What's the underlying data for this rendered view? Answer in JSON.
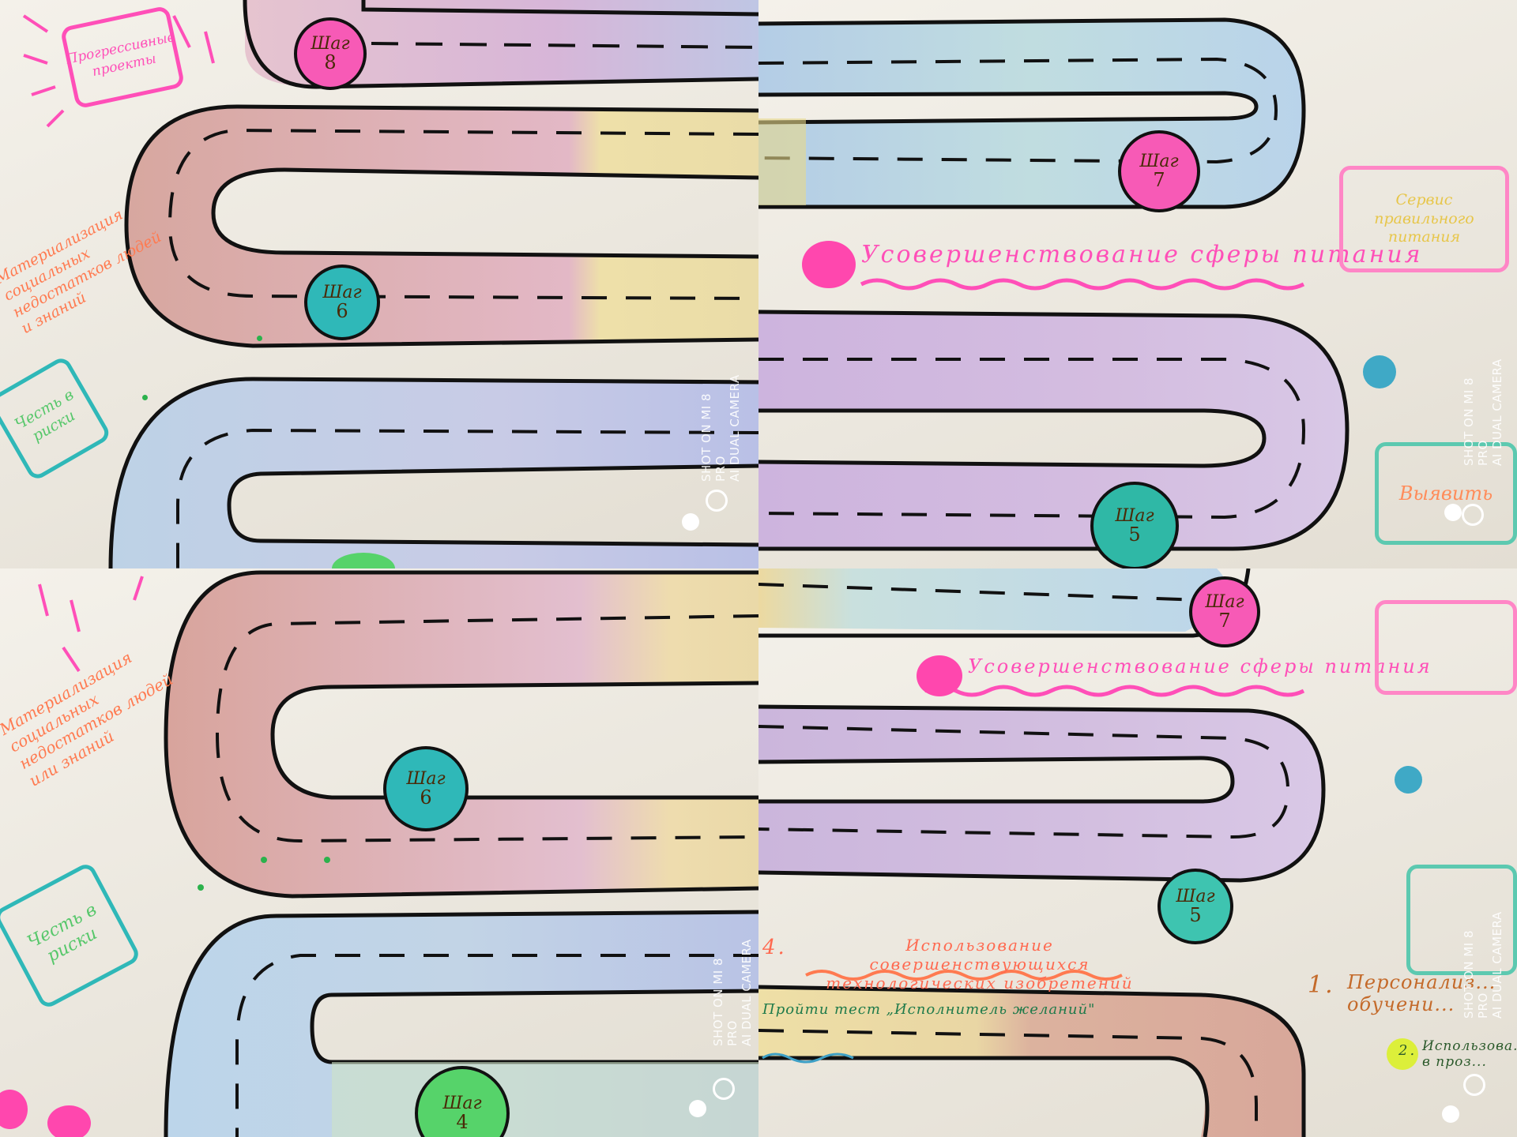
{
  "step_word": "Шаг",
  "watermark": {
    "line1": "SHOT ON MI 8 PRO",
    "line2": "AI DUAL CAMERA"
  },
  "top_left": {
    "step_8": "8",
    "step_6": "6",
    "sticker_text": "Прогрессивные проекты",
    "note_left": "Материализация социальных недостатков людей и знаний",
    "note_box": "Честь в риски"
  },
  "top_right": {
    "step_7": "7",
    "step_5": "5",
    "title_3": "Усовершенствование сферы питания",
    "box_label": "Сервис правильного питания",
    "box2_label": "Выявить"
  },
  "bottom_left": {
    "step_6": "6",
    "step_4": "4",
    "note_left": "Материализация социальных недостатков людей или знаний",
    "note_box": "Честь в риски"
  },
  "bottom_right": {
    "step_7": "7",
    "step_5": "5",
    "title_3": "Усовершенствование сферы питания",
    "title_4_num": "4.",
    "title_4": "Использование совершенствующихся технологических изобретений",
    "test_line": "Пройти тест „Исполнитель желаний\"",
    "item_1_num": "1.",
    "item_1": "Персонализ... обучени...",
    "item_2_num": "2.",
    "item_2": "Использова... в проз..."
  },
  "colors": {
    "pink_step": "#f75ab6",
    "teal_step": "#2fb8b8",
    "green_step": "#56d36a",
    "pink_ink": "#ff4fb8",
    "orange_ink": "#ff7a50",
    "road_outline": "#111111"
  }
}
